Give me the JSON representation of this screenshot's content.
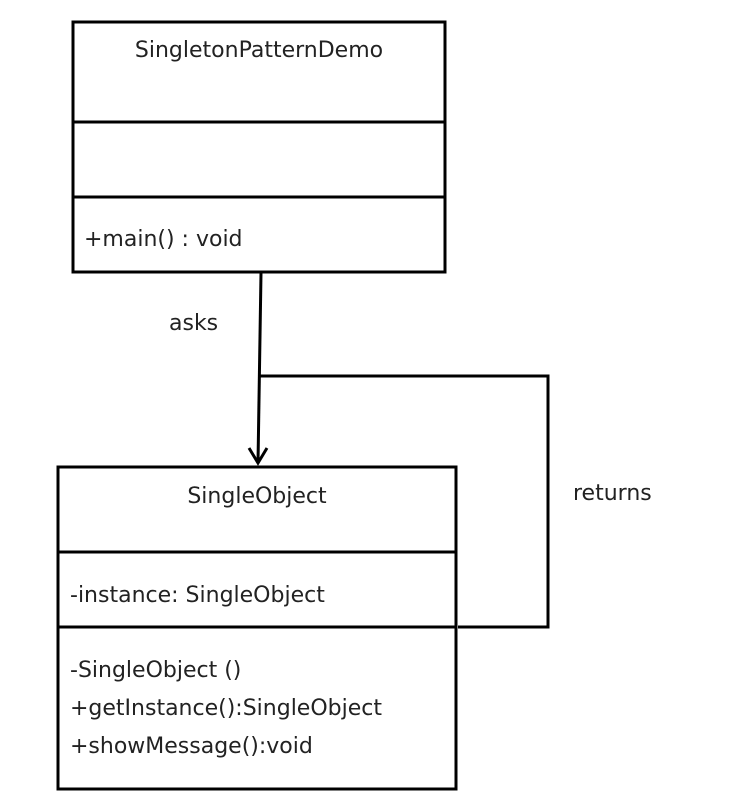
{
  "classes": {
    "demo": {
      "name": "SingletonPatternDemo",
      "attributes": [],
      "methods": [
        "+main() : void"
      ]
    },
    "single": {
      "name": "SingleObject",
      "attributes": [
        "-instance: SingleObject"
      ],
      "methods": [
        "-SingleObject ()",
        "+getInstance():SingleObject",
        "+showMessage():void"
      ]
    }
  },
  "relations": {
    "asks": "asks",
    "returns": "returns"
  }
}
